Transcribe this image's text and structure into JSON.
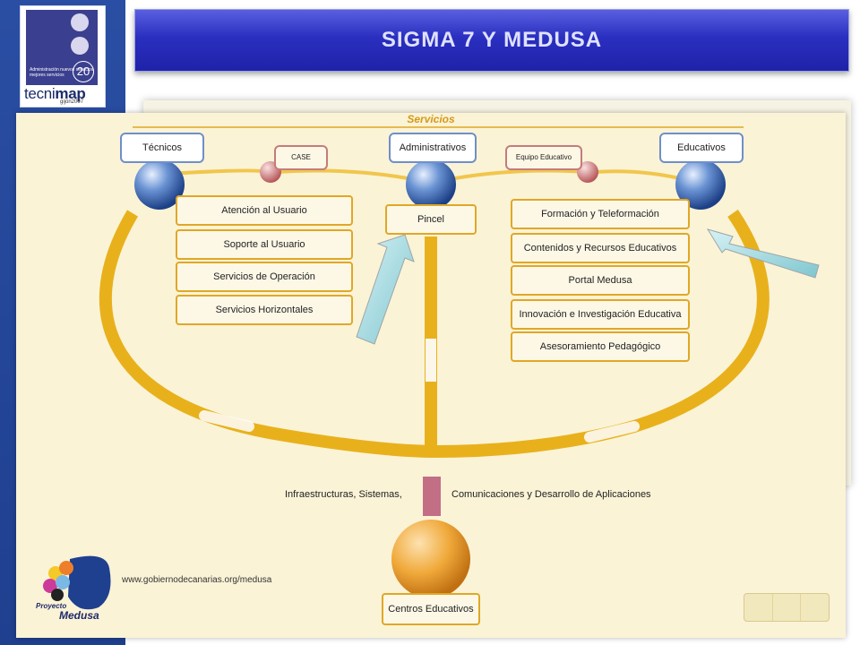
{
  "header": {
    "title": "SIGMA 7 Y MEDUSA"
  },
  "logo": {
    "top_small": "Administración nuevos servicios mejores servicios",
    "number": "20",
    "word_a": "tecni",
    "word_b": "map",
    "place_year": "gijón2007"
  },
  "diagram": {
    "section_title": "Servicios",
    "categories": {
      "tecnicos": "Técnicos",
      "administrativos": "Administrativos",
      "educativos": "Educativos"
    },
    "sub_labels": {
      "case": "CASE",
      "equipo": "Equipo Educativo"
    },
    "tecnicos_items": [
      "Atención al Usuario",
      "Soporte al Usuario",
      "Servicios de Operación",
      "Servicios Horizontales"
    ],
    "admin_items": [
      "Pincel"
    ],
    "educativos_items": [
      "Formación y Teleformación",
      "Contenidos y Recursos Educativos",
      "Portal Medusa",
      "Innovación e Investigación Educativa",
      "Asesoramiento Pedagógico"
    ],
    "infra_left": "Infraestructuras, Sistemas,",
    "infra_right": "Comunicaciones y Desarrollo de Aplicaciones",
    "centros": "Centros Educativos",
    "url": "www.gobiernodecanarias.org/medusa",
    "project_label_top": "Proyecto",
    "project_label_bottom": "Medusa"
  },
  "colors": {
    "accent": "#e0a727",
    "title_bg": "#2a2fc0",
    "sphere_blue": "#3d6cb3",
    "sphere_orange": "#e59a2a"
  }
}
